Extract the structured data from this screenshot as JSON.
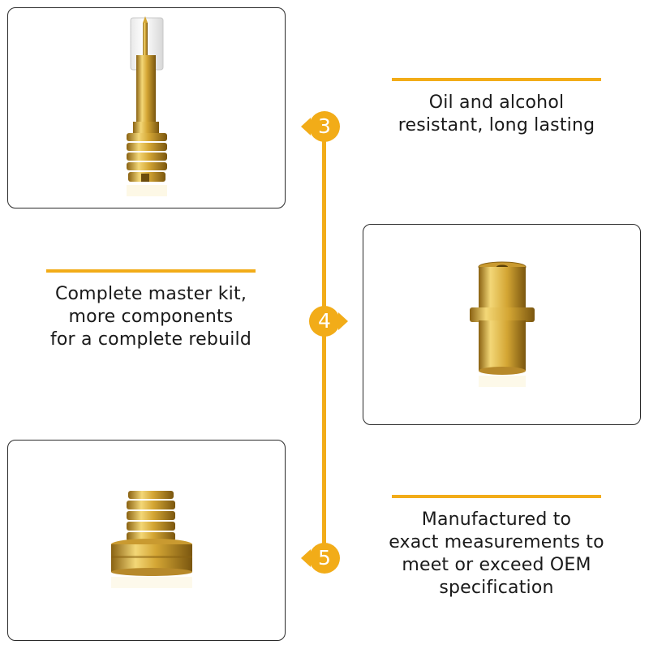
{
  "colors": {
    "accent": "#f2ac18",
    "brass_light": "#f3d777",
    "brass_mid": "#d4a634",
    "brass_dark": "#8a6212",
    "panel_border": "#2a2a2a"
  },
  "steps": [
    {
      "number": "3",
      "lines": [
        "Oil and alcohol",
        "resistant, long lasting"
      ]
    },
    {
      "number": "4",
      "lines": [
        "Complete master kit,",
        "more components",
        "for a complete rebuild"
      ]
    },
    {
      "number": "5",
      "lines": [
        "Manufactured to",
        "exact measurements to",
        "meet or exceed OEM",
        "specification"
      ]
    }
  ]
}
